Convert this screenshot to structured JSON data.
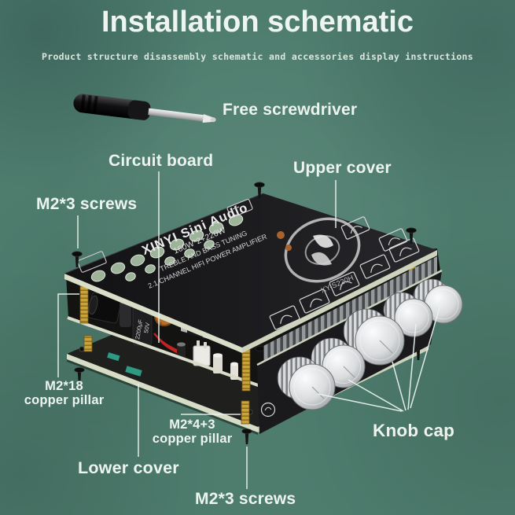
{
  "page": {
    "title": "Installation schematic",
    "subtitle": "Product structure disassembly schematic and accessories display instructions"
  },
  "callouts": {
    "free_screwdriver": "Free screwdriver",
    "circuit_board": "Circuit board",
    "upper_cover": "Upper cover",
    "m2x3_screws_top": "M2*3 screws",
    "m2x18_pillar_line1": "M2*18",
    "m2x18_pillar_line2": "copper pillar",
    "m2x4_3_pillar_line1": "M2*4+3",
    "m2x4_3_pillar_line2": "copper pillar",
    "lower_cover": "Lower cover",
    "knob_cap": "Knob cap",
    "m2x3_screws_bottom": "M2*3 screws"
  },
  "board": {
    "brand": "XINYI Sini Audio",
    "power": "160W*2+220W",
    "feature": "TREBLE AND BASS TUNING",
    "channel": "2.1 CHANNEL HIFI POWER AMPLIFIER",
    "model": "XY-S220H",
    "cap_value": "2200μF",
    "cap_voltage": "50V"
  },
  "colors": {
    "background": "#4e7d6e",
    "label_text": "#edf4ef",
    "board_black": "#1b1b1d",
    "pcb_edge": "#d6dcc6",
    "copper_pillar": "#c9a338",
    "knob_chrome": "#d7d9db",
    "leader_line": "#e9f2ec"
  }
}
